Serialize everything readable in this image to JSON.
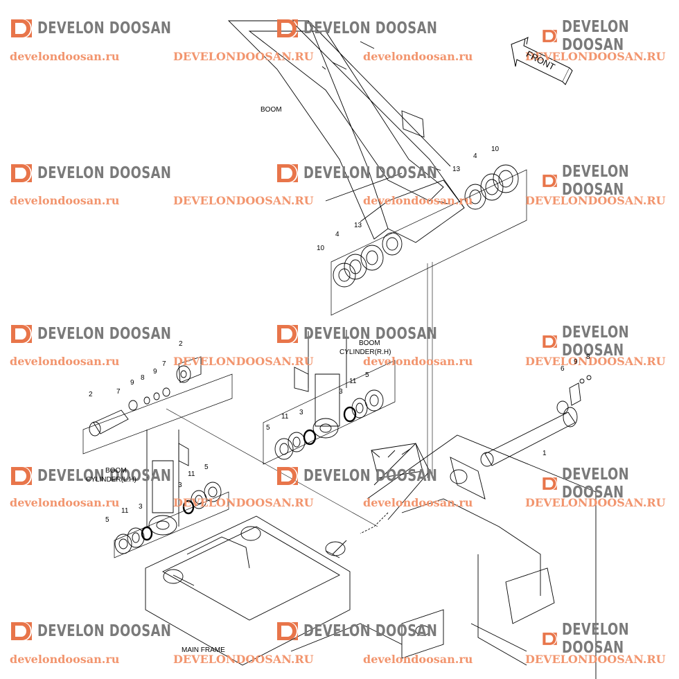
{
  "watermark": {
    "brand": "DEVELON DOOSAN",
    "url_lower": "develondoosan.ru",
    "url_upper": "DEVELONDOOSAN.RU",
    "logo_color": "#e8754a",
    "text_color": "#7a7a7a",
    "url_color": "#f2956e"
  },
  "labels": {
    "boom": "BOOM",
    "front": "FRONT",
    "boom_cyl_rh_1": "BOOM",
    "boom_cyl_rh_2": "CYLINDER(R.H)",
    "boom_cyl_lh_1": "BOOM",
    "boom_cyl_lh_2": "CYLINDER(L.H)",
    "main_frame": "MAIN FRAME"
  },
  "callouts": {
    "n10a": "10",
    "n4a": "4",
    "n13a": "13",
    "n13b": "13",
    "n4b": "4",
    "n10b": "10",
    "n2a": "2",
    "n7a": "7",
    "n9a": "9",
    "n8a": "8",
    "n9b": "9",
    "n7b": "7",
    "n2b": "2",
    "n11a": "11",
    "n5a": "5",
    "n3a": "3",
    "n11b": "11",
    "n3b": "3",
    "n5b": "5",
    "n6": "6",
    "n9c": "9",
    "n8c": "8",
    "n1": "1",
    "n3c": "3",
    "n11c": "11",
    "n5c": "5",
    "n5d": "5",
    "n11d": "11",
    "n3d": "3"
  }
}
